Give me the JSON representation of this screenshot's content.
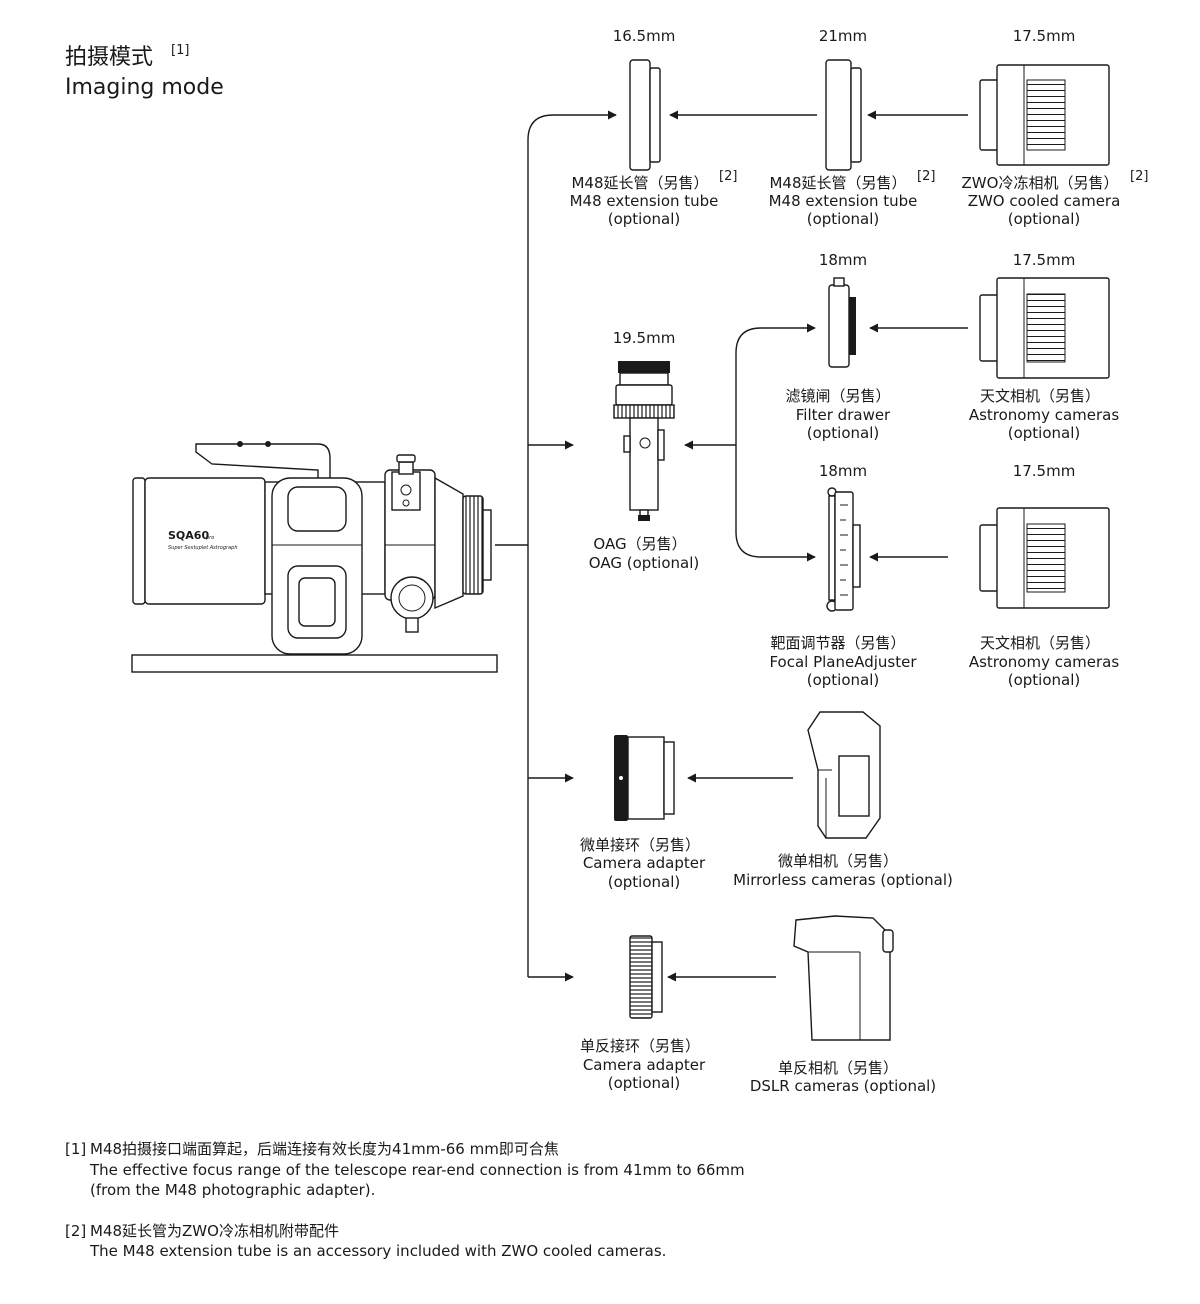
{
  "title": {
    "zh": "拍摄模式",
    "en": "Imaging mode",
    "ref": "[1]"
  },
  "telescope": {
    "brand": "SQA60",
    "brand_suffix": "pro",
    "subtitle": "Super Sextuplet Astrograph"
  },
  "components": {
    "ext_tube_1": {
      "dim": "16.5mm",
      "zh": "M48延长管（另售）",
      "ref": "[2]",
      "en": "M48 extension tube",
      "opt": "(optional)"
    },
    "ext_tube_2": {
      "dim": "21mm",
      "zh": "M48延长管（另售）",
      "ref": "[2]",
      "en": "M48 extension tube",
      "opt": "(optional)"
    },
    "zwo_camera": {
      "dim": "17.5mm",
      "zh": "ZWO冷冻相机（另售）",
      "ref": "[2]",
      "en": "ZWO cooled camera",
      "opt": "(optional)"
    },
    "filter_drawer": {
      "dim": "18mm",
      "zh": "滤镜闸（另售）",
      "en": "Filter drawer",
      "opt": "(optional)"
    },
    "astro_camera_1": {
      "dim": "17.5mm",
      "zh": "天文相机（另售）",
      "en": "Astronomy cameras",
      "opt": "(optional)"
    },
    "oag": {
      "dim": "19.5mm",
      "zh": "OAG（另售）",
      "en": "OAG (optional)"
    },
    "focal_plane_adjuster": {
      "dim": "18mm",
      "zh": "靶面调节器（另售）",
      "en": "Focal PlaneAdjuster",
      "opt": "(optional)"
    },
    "astro_camera_2": {
      "dim": "17.5mm",
      "zh": "天文相机（另售）",
      "en": "Astronomy cameras",
      "opt": "(optional)"
    },
    "mirrorless_adapter": {
      "zh": "微单接环（另售）",
      "en": "Camera adapter",
      "opt": "(optional)"
    },
    "mirrorless_camera": {
      "zh": "微单相机（另售）",
      "en": "Mirrorless cameras (optional)"
    },
    "dslr_adapter": {
      "zh": "单反接环（另售）",
      "en": "Camera adapter",
      "opt": "(optional)"
    },
    "dslr_camera": {
      "zh": "单反相机（另售）",
      "en": "DSLR cameras  (optional)"
    }
  },
  "notes": [
    {
      "ref": "[1]",
      "zh": "M48拍摄接口端面算起，后端连接有效长度为41mm-66 mm即可合焦",
      "en1": "The effective focus range of the telescope rear-end connection is from 41mm to 66mm",
      "en2": "(from the M48 photographic adapter)."
    },
    {
      "ref": "[2]",
      "zh": "M48延长管为ZWO冷冻相机附带配件",
      "en1": "The M48 extension tube is an accessory included with ZWO cooled cameras."
    }
  ],
  "colors": {
    "line": "#1a1a1a",
    "background": "#ffffff"
  }
}
